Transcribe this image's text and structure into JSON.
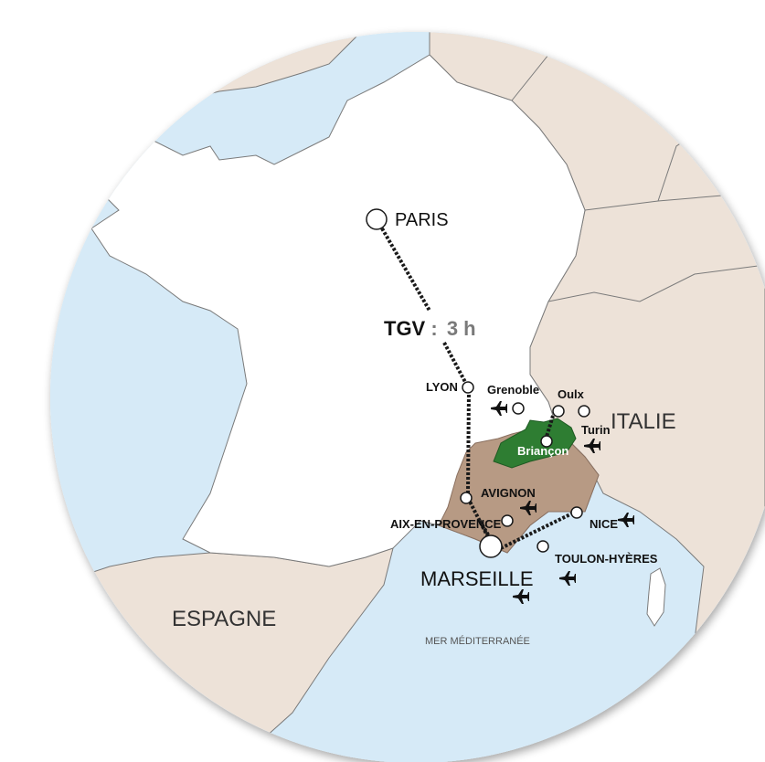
{
  "map": {
    "colors": {
      "sea": "#d6eaf7",
      "land": "#ede2d8",
      "france": "#ffffff",
      "region": "#b79a84",
      "alps": "#2e7d32",
      "border": "#7a7a7a",
      "rail": "#1a1a1a",
      "tgv_time": "#7a7a7a"
    },
    "cities": {
      "paris": "PARIS",
      "lyon": "LYON",
      "grenoble": "Grenoble",
      "oulx": "Oulx",
      "turin": "Turin",
      "briancon": "Briançon",
      "avignon": "AVIGNON",
      "aix": "AIX-EN-PROVENCE",
      "marseille": "MARSEILLE",
      "nice": "NICE",
      "toulon": "TOULON-HYÈRES"
    },
    "countries": {
      "italy": "ITALIE",
      "spain": "ESPAGNE"
    },
    "sea": {
      "med": "MER MÉDITERRANÉE"
    },
    "tgv": {
      "label": "TGV",
      "separator": ":",
      "duration": "3 h"
    },
    "icons": {
      "airport": "airplane-icon"
    }
  }
}
